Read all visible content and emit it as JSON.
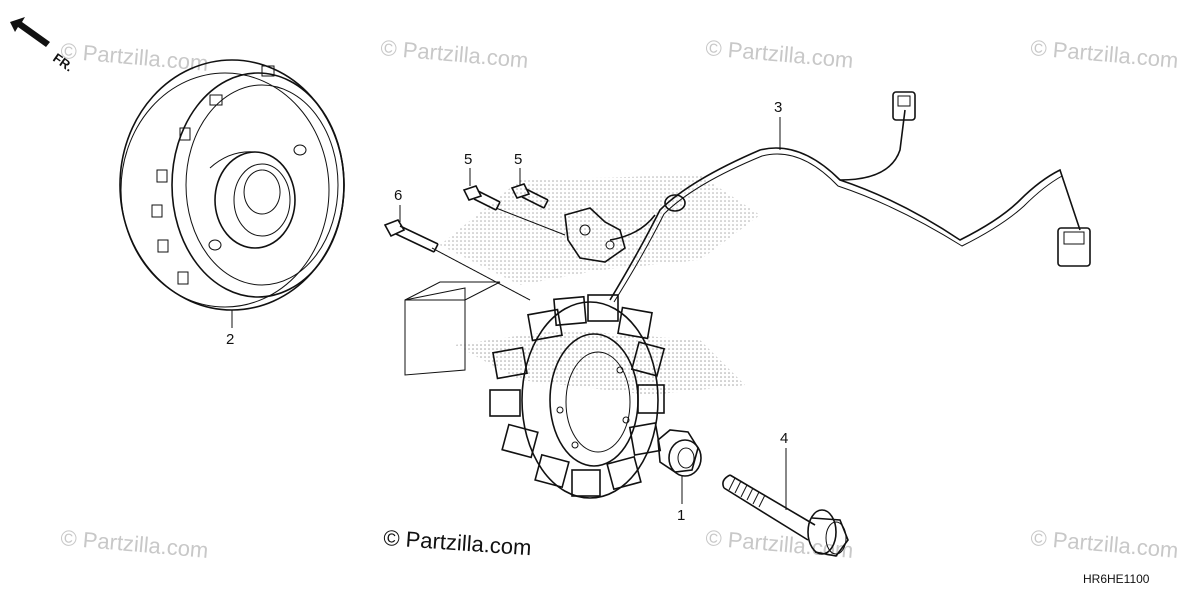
{
  "orientation": {
    "label": "FR."
  },
  "parts": [
    {
      "id": "p1",
      "number": "1"
    },
    {
      "id": "p2",
      "number": "2"
    },
    {
      "id": "p3",
      "number": "3"
    },
    {
      "id": "p4",
      "number": "4"
    },
    {
      "id": "p5a",
      "number": "5"
    },
    {
      "id": "p5b",
      "number": "5"
    },
    {
      "id": "p6",
      "number": "6"
    }
  ],
  "watermark": "© Partzilla.com",
  "credit": "© Partzilla.com",
  "diagram_code": "HR6HE1100"
}
